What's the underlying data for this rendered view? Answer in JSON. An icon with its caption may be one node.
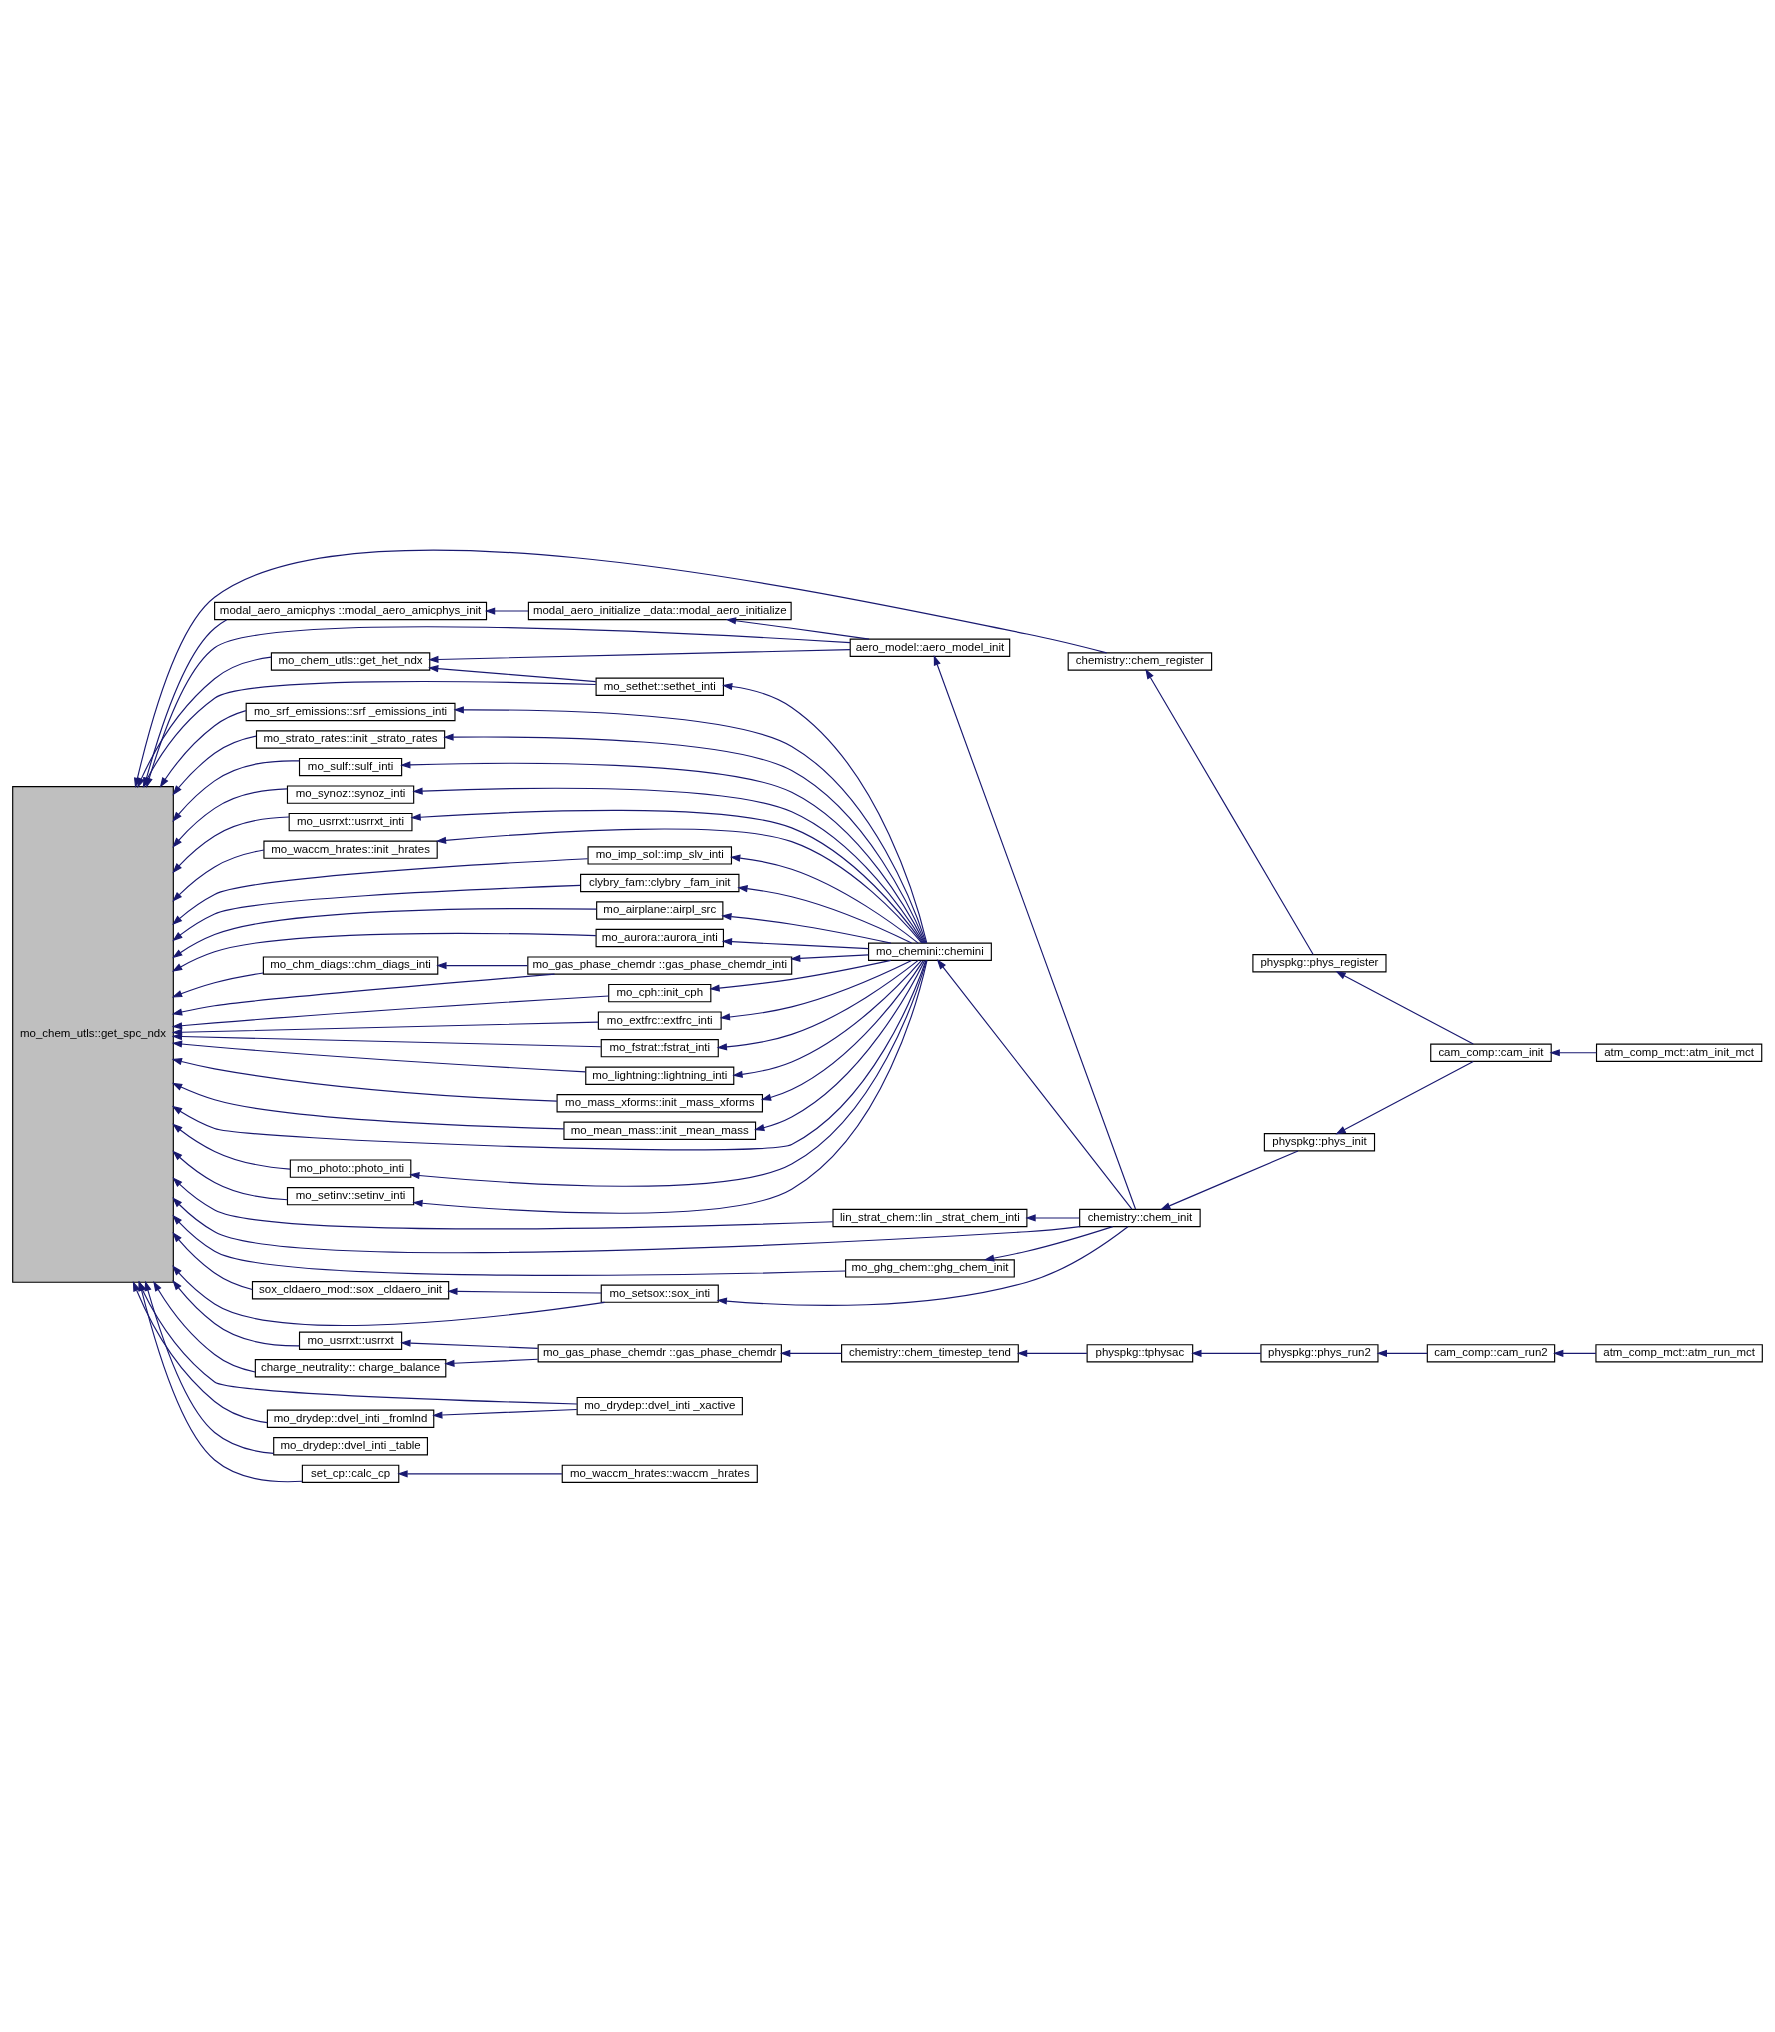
{
  "diagram": {
    "nodes": [
      {
        "text": [
          "mo_chem_utls::get_spc_ndx"
        ]
      },
      {
        "text": [
          "chemistry::chem_register"
        ]
      },
      {
        "text": [
          "mo_ghg_chem::ghg_chem_init"
        ]
      },
      {
        "text": [
          "physpkg::phys_register"
        ]
      },
      {
        "text": [
          "cam_comp::cam_init"
        ]
      },
      {
        "text": [
          "atm_comp_mct::atm_init_mct"
        ]
      },
      {
        "text": [
          "sox_cldaero_mod::sox _cldaero_init"
        ]
      },
      {
        "text": [
          "mo_setsox::sox_inti"
        ]
      },
      {
        "text": [
          "chemistry::chem_init"
        ]
      },
      {
        "text": [
          "physpkg::phys_init"
        ]
      },
      {
        "text": [
          "aero_model::aero_model_init"
        ]
      },
      {
        "text": [
          "modal_aero_amicphys ::modal_aero_amicphys_init"
        ]
      },
      {
        "text": [
          "modal_aero_initialize _data::modal_aero_initialize"
        ]
      },
      {
        "text": [
          "mo_chem_utls::get_het_ndx"
        ]
      },
      {
        "text": [
          "mo_sethet::sethet_inti"
        ]
      },
      {
        "text": [
          "mo_photo::photo_inti"
        ]
      },
      {
        "text": [
          "mo_setinv::setinv_inti"
        ]
      },
      {
        "text": [
          "mo_srf_emissions::srf _emissions_inti"
        ]
      },
      {
        "text": [
          "mo_strato_rates::init _strato_rates"
        ]
      },
      {
        "text": [
          "mo_sulf::sulf_inti"
        ]
      },
      {
        "text": [
          "mo_synoz::synoz_inti"
        ]
      },
      {
        "text": [
          "mo_usrrxt::usrrxt_inti"
        ]
      },
      {
        "text": [
          "mo_waccm_hrates::init _hrates"
        ]
      },
      {
        "text": [
          "mo_imp_sol::imp_slv_inti"
        ]
      },
      {
        "text": [
          "mo_chemini::chemini"
        ]
      },
      {
        "text": [
          "clybry_fam::clybry _fam_init"
        ]
      },
      {
        "text": [
          "mo_airplane::airpl_src"
        ]
      },
      {
        "text": [
          "mo_aurora::aurora_inti"
        ]
      },
      {
        "text": [
          "mo_gas_phase_chemdr ::gas_phase_chemdr_inti"
        ]
      },
      {
        "text": [
          "mo_chm_diags::chm_diags_inti"
        ]
      },
      {
        "text": [
          "mo_cph::init_cph"
        ]
      },
      {
        "text": [
          "mo_extfrc::extfrc_inti"
        ]
      },
      {
        "text": [
          "mo_fstrat::fstrat_inti"
        ]
      },
      {
        "text": [
          "lin_strat_chem::lin _strat_chem_inti"
        ]
      },
      {
        "text": [
          "mo_lightning::lightning_inti"
        ]
      },
      {
        "text": [
          "mo_mass_xforms::init _mass_xforms"
        ]
      },
      {
        "text": [
          "mo_mean_mass::init _mean_mass"
        ]
      },
      {
        "text": [
          "mo_usrrxt::usrrxt"
        ]
      },
      {
        "text": [
          "charge_neutrality:: charge_balance"
        ]
      },
      {
        "text": [
          "mo_gas_phase_chemdr ::gas_phase_chemdr"
        ]
      },
      {
        "text": [
          "chemistry::chem_timestep_tend"
        ]
      },
      {
        "text": [
          "physpkg::tphysac"
        ]
      },
      {
        "text": [
          "physpkg::phys_run2"
        ]
      },
      {
        "text": [
          "cam_comp::cam_run2"
        ]
      },
      {
        "text": [
          "atm_comp_mct::atm_run_mct"
        ]
      },
      {
        "text": [
          "mo_drydep::dvel_inti _fromlnd"
        ]
      },
      {
        "text": [
          "mo_drydep::dvel_inti _xactive"
        ]
      },
      {
        "text": [
          "mo_drydep::dvel_inti _table"
        ]
      },
      {
        "text": [
          "set_cp::calc_cp"
        ]
      },
      {
        "text": [
          "mo_waccm_hrates::waccm _hrates"
        ]
      }
    ],
    "edges": [
      {
        "from": 1,
        "to": 0,
        "arrow": "to"
      },
      {
        "from": 2,
        "to": 0,
        "arrow": "to"
      },
      {
        "from": 3,
        "to": 1,
        "arrow": "to"
      },
      {
        "from": 4,
        "to": 3,
        "arrow": "to"
      },
      {
        "from": 5,
        "to": 4,
        "arrow": "to"
      },
      {
        "from": 8,
        "to": 2,
        "arrow": "to"
      },
      {
        "from": 8,
        "to": 0,
        "arrow": "to"
      },
      {
        "from": 6,
        "to": 0,
        "arrow": "to"
      },
      {
        "from": 7,
        "to": 6,
        "arrow": "to"
      },
      {
        "from": 7,
        "to": 0,
        "arrow": "to"
      },
      {
        "from": 8,
        "to": 7,
        "arrow": "to"
      },
      {
        "from": 9,
        "to": 8,
        "arrow": "to"
      },
      {
        "from": 4,
        "to": 9,
        "arrow": "to"
      },
      {
        "from": 10,
        "to": 0,
        "arrow": "to"
      },
      {
        "from": 8,
        "to": 10,
        "arrow": "to"
      },
      {
        "from": 11,
        "to": 0,
        "arrow": "to"
      },
      {
        "from": 12,
        "to": 11,
        "arrow": "to"
      },
      {
        "from": 10,
        "to": 12,
        "arrow": "to"
      },
      {
        "from": 13,
        "to": 0,
        "arrow": "to"
      },
      {
        "from": 10,
        "to": 13,
        "arrow": "to"
      },
      {
        "from": 14,
        "to": 0,
        "arrow": "to"
      },
      {
        "from": 14,
        "to": 13,
        "arrow": "to"
      },
      {
        "from": 24,
        "to": 14,
        "arrow": "to"
      },
      {
        "from": 15,
        "to": 0,
        "arrow": "to"
      },
      {
        "from": 24,
        "to": 15,
        "arrow": "to"
      },
      {
        "from": 16,
        "to": 0,
        "arrow": "to"
      },
      {
        "from": 24,
        "to": 16,
        "arrow": "to"
      },
      {
        "from": 17,
        "to": 0,
        "arrow": "to"
      },
      {
        "from": 24,
        "to": 17,
        "arrow": "to"
      },
      {
        "from": 18,
        "to": 0,
        "arrow": "to"
      },
      {
        "from": 24,
        "to": 18,
        "arrow": "to"
      },
      {
        "from": 19,
        "to": 0,
        "arrow": "to"
      },
      {
        "from": 24,
        "to": 19,
        "arrow": "to"
      },
      {
        "from": 20,
        "to": 0,
        "arrow": "to"
      },
      {
        "from": 24,
        "to": 20,
        "arrow": "to"
      },
      {
        "from": 21,
        "to": 0,
        "arrow": "to"
      },
      {
        "from": 24,
        "to": 21,
        "arrow": "to"
      },
      {
        "from": 22,
        "to": 0,
        "arrow": "to"
      },
      {
        "from": 24,
        "to": 22,
        "arrow": "to"
      },
      {
        "from": 23,
        "to": 0,
        "arrow": "to"
      },
      {
        "from": 24,
        "to": 23,
        "arrow": "to"
      },
      {
        "from": 24,
        "to": 0,
        "arrow": "to"
      },
      {
        "from": 8,
        "to": 24,
        "arrow": "to"
      },
      {
        "from": 25,
        "to": 0,
        "arrow": "to"
      },
      {
        "from": 24,
        "to": 25,
        "arrow": "to"
      },
      {
        "from": 26,
        "to": 0,
        "arrow": "to"
      },
      {
        "from": 24,
        "to": 26,
        "arrow": "to"
      },
      {
        "from": 27,
        "to": 0,
        "arrow": "to"
      },
      {
        "from": 24,
        "to": 27,
        "arrow": "to"
      },
      {
        "from": 28,
        "to": 0,
        "arrow": "to"
      },
      {
        "from": 24,
        "to": 28,
        "arrow": "to"
      },
      {
        "from": 28,
        "to": 29,
        "arrow": "to"
      },
      {
        "from": 29,
        "to": 0,
        "arrow": "to"
      },
      {
        "from": 30,
        "to": 0,
        "arrow": "to"
      },
      {
        "from": 24,
        "to": 30,
        "arrow": "to"
      },
      {
        "from": 31,
        "to": 0,
        "arrow": "to"
      },
      {
        "from": 24,
        "to": 31,
        "arrow": "to"
      },
      {
        "from": 32,
        "to": 0,
        "arrow": "to"
      },
      {
        "from": 24,
        "to": 32,
        "arrow": "to"
      },
      {
        "from": 34,
        "to": 0,
        "arrow": "to"
      },
      {
        "from": 24,
        "to": 34,
        "arrow": "to"
      },
      {
        "from": 35,
        "to": 0,
        "arrow": "to"
      },
      {
        "from": 24,
        "to": 35,
        "arrow": "to"
      },
      {
        "from": 36,
        "to": 0,
        "arrow": "to"
      },
      {
        "from": 24,
        "to": 36,
        "arrow": "to"
      },
      {
        "from": 8,
        "to": 33,
        "arrow": "to"
      },
      {
        "from": 33,
        "to": 0,
        "arrow": "to"
      },
      {
        "from": 37,
        "to": 0,
        "arrow": "to"
      },
      {
        "from": 39,
        "to": 37,
        "arrow": "to"
      },
      {
        "from": 38,
        "to": 0,
        "arrow": "to"
      },
      {
        "from": 39,
        "to": 38,
        "arrow": "to"
      },
      {
        "from": 40,
        "to": 39,
        "arrow": "to"
      },
      {
        "from": 41,
        "to": 40,
        "arrow": "to"
      },
      {
        "from": 42,
        "to": 41,
        "arrow": "to"
      },
      {
        "from": 43,
        "to": 42,
        "arrow": "to"
      },
      {
        "from": 44,
        "to": 43,
        "arrow": "to"
      },
      {
        "from": 45,
        "to": 0,
        "arrow": "to"
      },
      {
        "from": 46,
        "to": 45,
        "arrow": "to"
      },
      {
        "from": 46,
        "to": 0,
        "arrow": "to"
      },
      {
        "from": 47,
        "to": 0,
        "arrow": "to"
      },
      {
        "from": 48,
        "to": 0,
        "arrow": "to"
      },
      {
        "from": 49,
        "to": 48,
        "arrow": "to"
      }
    ]
  }
}
